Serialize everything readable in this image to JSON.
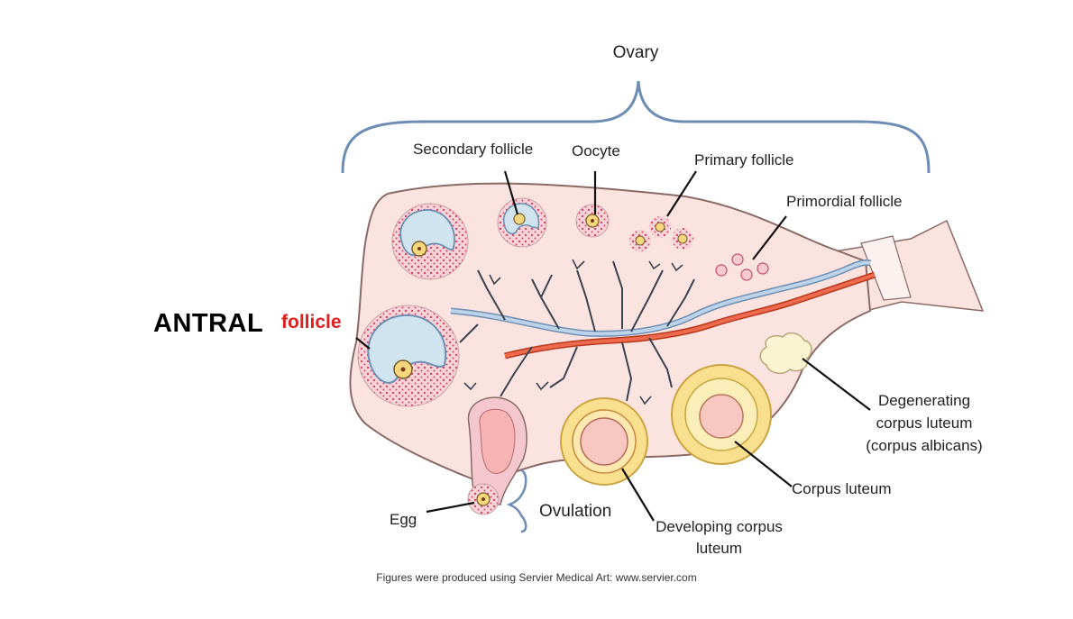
{
  "diagram": {
    "heading": "Ovary",
    "highlight": {
      "word1": "ANTRAL",
      "word2": "follicle"
    },
    "labels": {
      "secondary_follicle": "Secondary follicle",
      "oocyte": "Oocyte",
      "primary_follicle": "Primary follicle",
      "primordial_follicle": "Primordial follicle",
      "degenerating_1": "Degenerating",
      "degenerating_2": "corpus luteum",
      "degenerating_3": "(corpus albicans)",
      "corpus_luteum": "Corpus luteum",
      "developing_1": "Developing corpus",
      "developing_2": "luteum",
      "ovulation": "Ovulation",
      "egg": "Egg"
    },
    "credit": "Figures were produced using Servier Medical Art: www.servier.com",
    "colors": {
      "ovary_fill": "#fbe3df",
      "ovary_stroke": "#8a6a66",
      "brace": "#6d8db5",
      "vein": "#a9c3df",
      "artery": "#e0583a",
      "granulosa": "#f3c7cd",
      "antrum": "#cfe4ef",
      "oocyte": "#f7d77e",
      "corpus_luteum": "#f9e08f",
      "corpus_albicans": "#fbf4d3",
      "highlight_red": "#e02020"
    }
  }
}
